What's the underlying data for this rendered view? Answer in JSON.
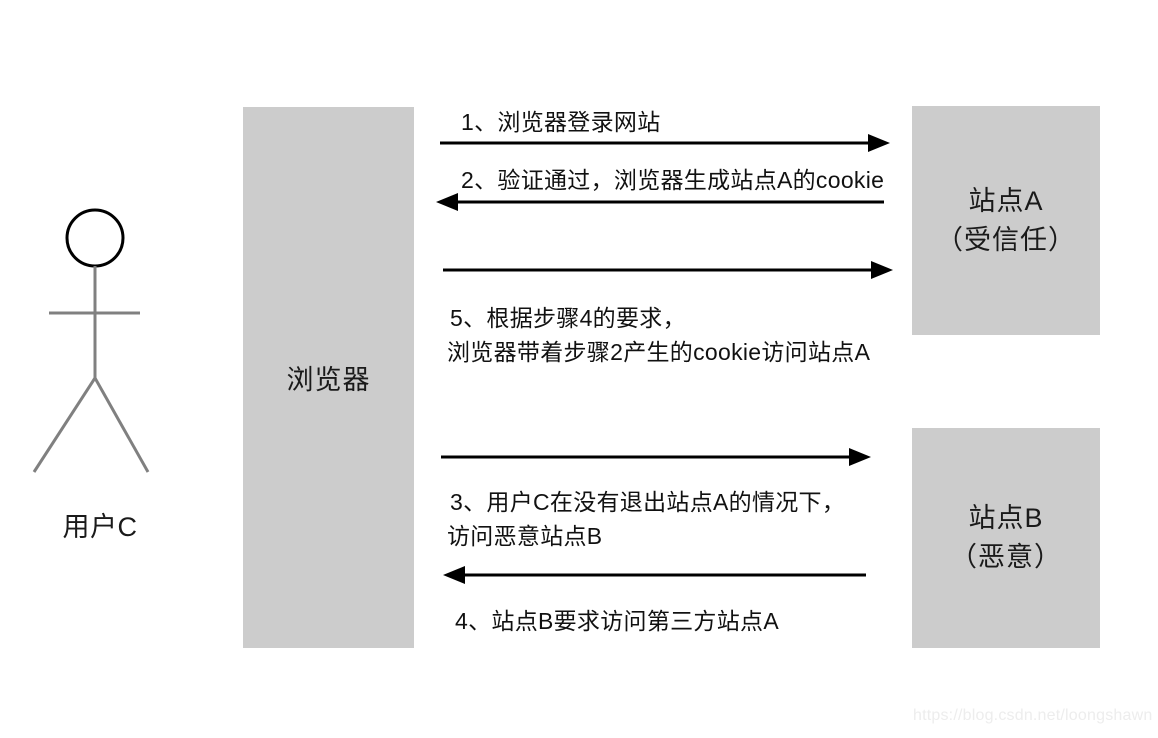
{
  "diagram": {
    "actor": {
      "label": "用户C",
      "icon": "stick-figure-icon"
    },
    "lifeline": {
      "label": "浏览器"
    },
    "participants": [
      {
        "id": "site-a",
        "title": "站点A",
        "subtitle": "（受信任）"
      },
      {
        "id": "site-b",
        "title": "站点B",
        "subtitle": "（恶意）"
      }
    ],
    "messages": [
      {
        "seq": "1",
        "label": "1、浏览器登录网站",
        "direction": "right",
        "target": "site-a"
      },
      {
        "seq": "2",
        "label": "2、验证通过，浏览器生成站点A的cookie",
        "direction": "left",
        "target": "site-a"
      },
      {
        "seq": "5",
        "label_line1": "5、根据步骤4的要求，",
        "label_line2": "浏览器带着步骤2产生的cookie访问站点A",
        "direction": "right",
        "target": "site-a"
      },
      {
        "seq": "3",
        "label_line1": "3、用户C在没有退出站点A的情况下，",
        "label_line2": "访问恶意站点B",
        "direction": "right",
        "target": "site-b"
      },
      {
        "seq": "4",
        "label": "4、站点B要求访问第三方站点A",
        "direction": "left",
        "target": "site-b"
      }
    ]
  },
  "watermark": {
    "text": "https://blog.csdn.net/loongshawn"
  },
  "colors": {
    "box_fill": "#cccccc",
    "stroke": "#000000",
    "figure_limb": "#808080",
    "text": "#1a1a1a",
    "watermark": "#ededed"
  }
}
